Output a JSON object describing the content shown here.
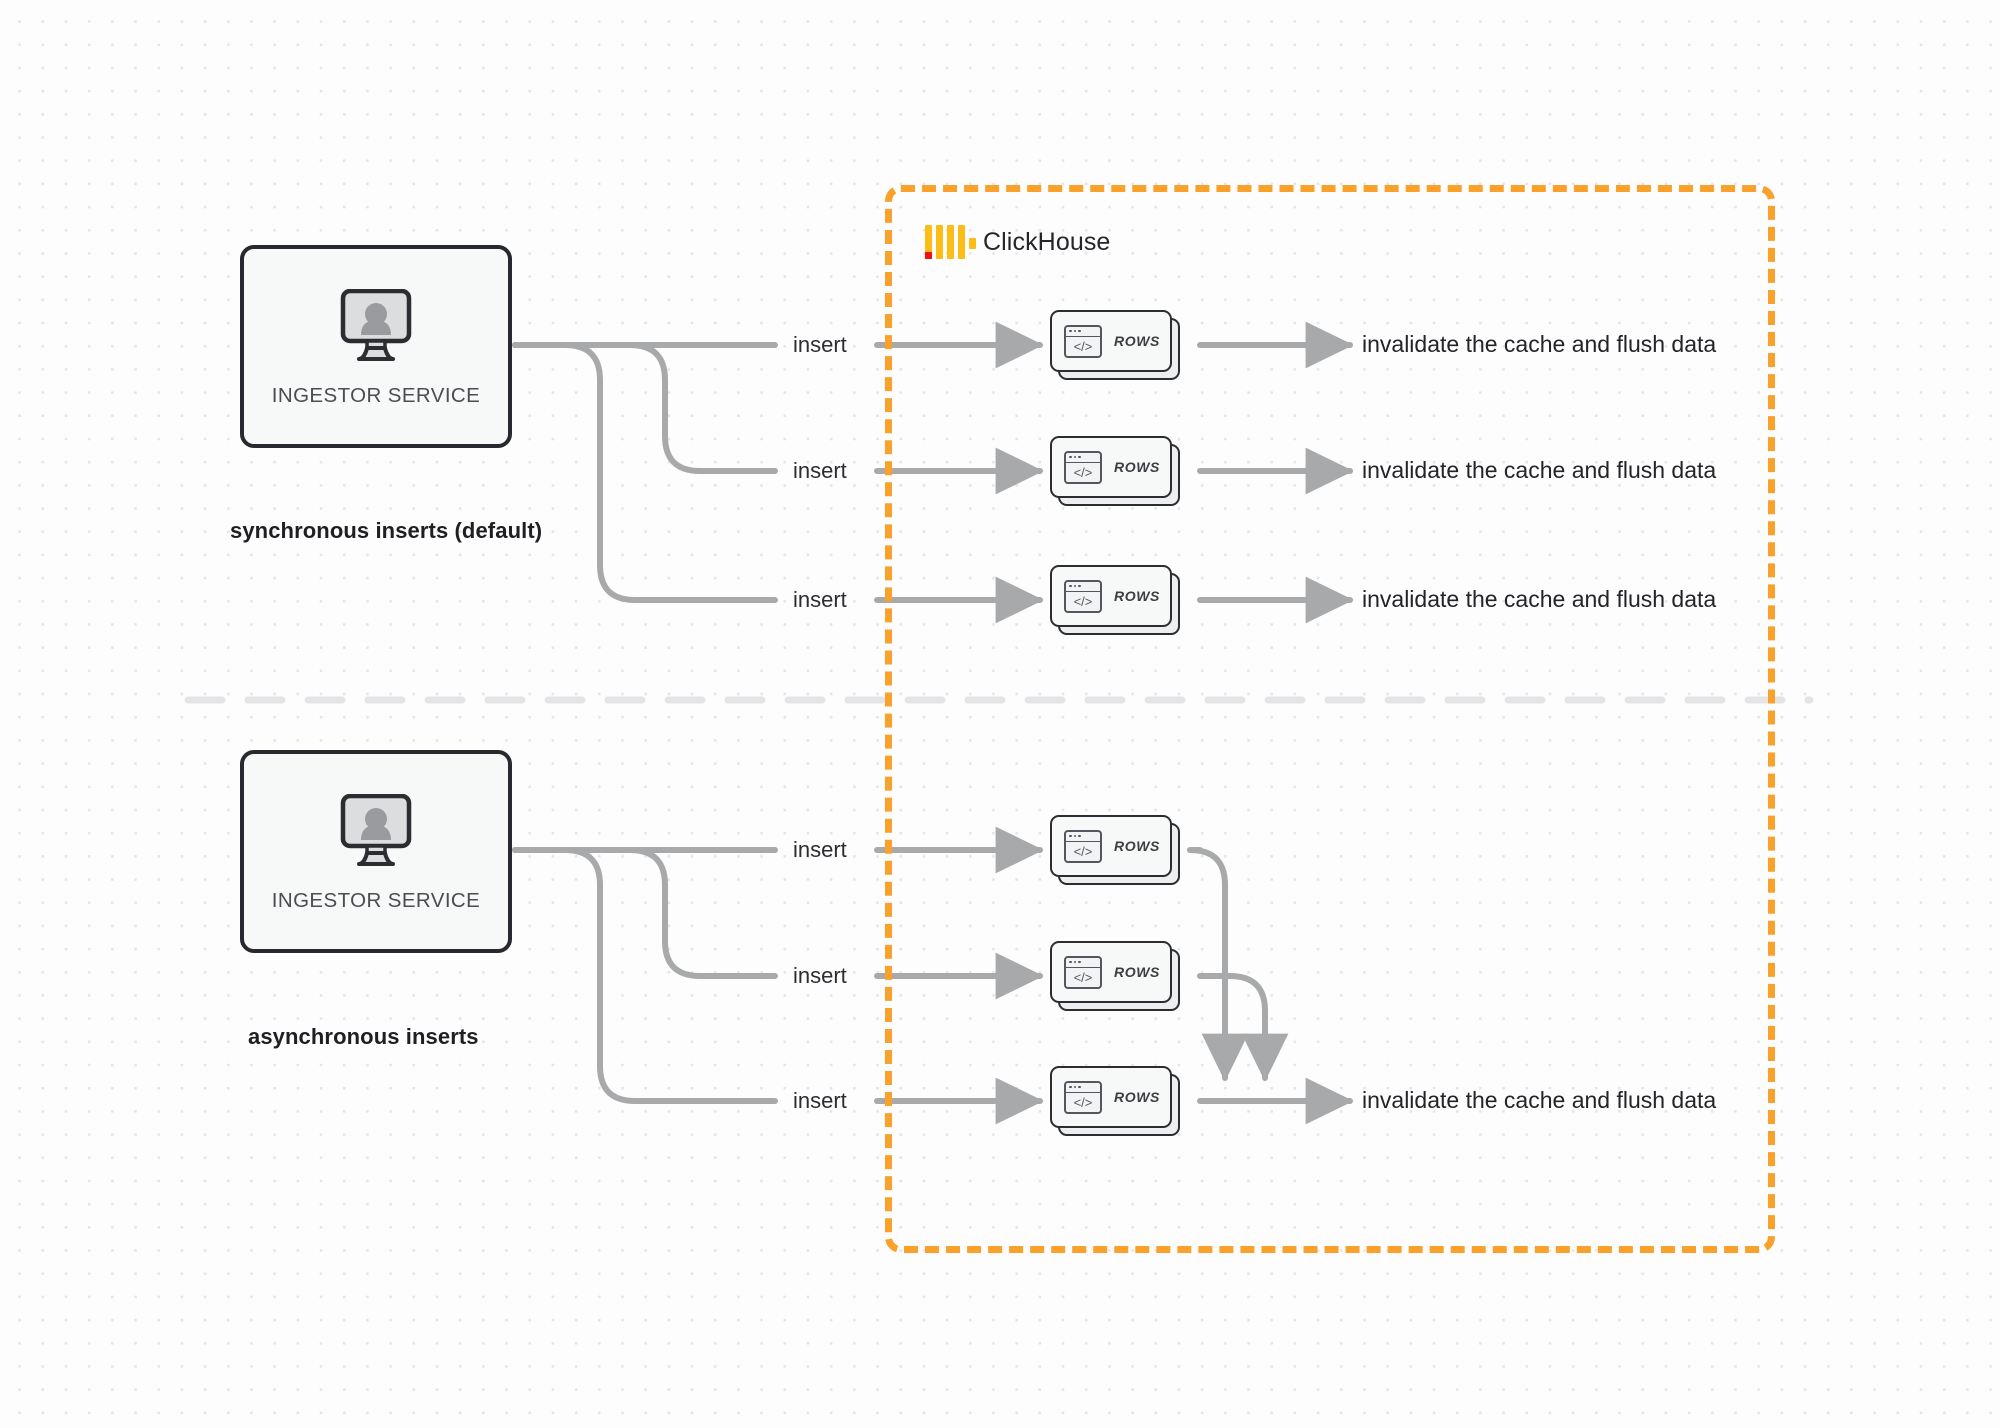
{
  "diagram": {
    "title": "ClickHouse synchronous vs asynchronous inserts",
    "colors": {
      "accent_orange": "#f9a12b",
      "logo_yellow": "#fbbd16",
      "logo_red": "#f5110b",
      "connector_gray": "#a8a9ab",
      "node_border": "#2b2d31",
      "background": "#fdfdfd"
    }
  },
  "clickhouse": {
    "name": "ClickHouse",
    "logo_name": "clickhouse-logo"
  },
  "sections": [
    {
      "id": "synchronous",
      "mode_label": "synchronous inserts (default)",
      "ingestor": {
        "label": "INGESTOR SERVICE",
        "icon": "monitor-user-icon"
      },
      "flows": [
        {
          "insert_label": "insert",
          "node_label": "ROWS",
          "node_icon": "code-window-icon",
          "result_label": "invalidate the cache and flush data"
        },
        {
          "insert_label": "insert",
          "node_label": "ROWS",
          "node_icon": "code-window-icon",
          "result_label": "invalidate the cache and flush data"
        },
        {
          "insert_label": "insert",
          "node_label": "ROWS",
          "node_icon": "code-window-icon",
          "result_label": "invalidate the cache and flush data"
        }
      ]
    },
    {
      "id": "asynchronous",
      "mode_label": "asynchronous inserts",
      "ingestor": {
        "label": "INGESTOR SERVICE",
        "icon": "monitor-user-icon"
      },
      "flows": [
        {
          "insert_label": "insert",
          "node_label": "ROWS",
          "node_icon": "code-window-icon"
        },
        {
          "insert_label": "insert",
          "node_label": "ROWS",
          "node_icon": "code-window-icon"
        },
        {
          "insert_label": "insert",
          "node_label": "ROWS",
          "node_icon": "code-window-icon"
        }
      ],
      "merged_result_label": "invalidate the cache and flush data"
    }
  ],
  "code_glyph": "</>"
}
